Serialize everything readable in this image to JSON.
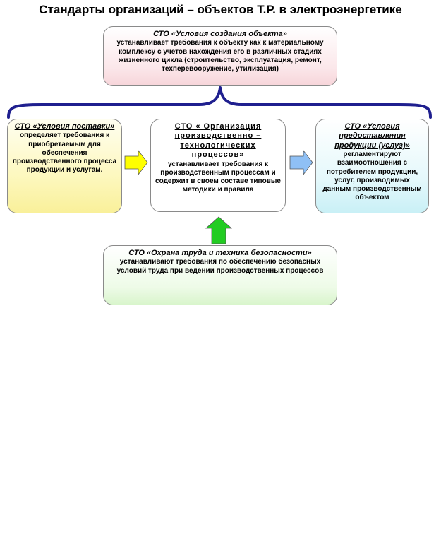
{
  "title": "Стандарты организаций – объектов Т.Р. в электроэнергетике",
  "boxes": {
    "top": {
      "title": "СТО «Условия создания объекта»",
      "body": "устанавливает требования к объекту как к материальному комплексу с учетов нахождения его в различных стадиях жизненного цикла (строительство, эксплуатация, ремонт, техперевооружение, утилизация)"
    },
    "left": {
      "title": "СТО «Условия поставки»",
      "body": "определяет требования к приобретаемым для обеспечения производственного процесса продукции и услугам."
    },
    "center": {
      "title": "СТО « Организация производственно – технологических процессов»",
      "body": "устанавливает требования к производственным процессам и содержит в своем составе типовые методики и правила"
    },
    "right": {
      "title": "СТО «Условия предоставления продукции (услуг)»",
      "body": "регламентируют взаимоотношения с потребителем продукции, услуг, производимых данным производственным объектом"
    },
    "bottom": {
      "title": "СТО «Охрана труда и техника безопасности»",
      "body": "устанавливают требования по обеспечению безопасных условий труда при ведении производственных процессов"
    }
  },
  "colors": {
    "brace": "#1f1f8f",
    "arrow_left": "#ffff00",
    "arrow_right": "#8fc0f5",
    "arrow_up": "#22cc22"
  }
}
